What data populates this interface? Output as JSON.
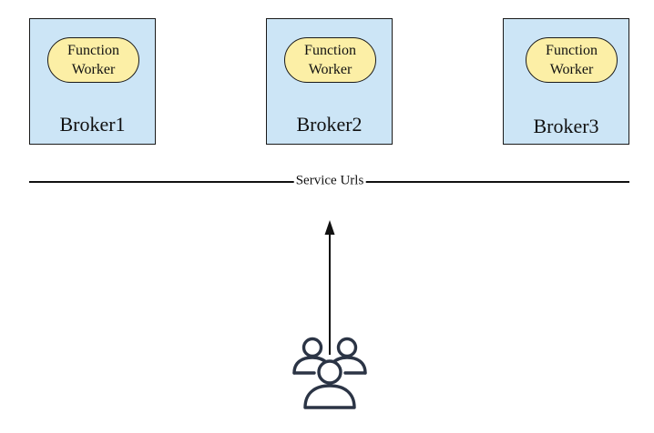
{
  "brokers": [
    {
      "name": "Broker1",
      "worker_line1": "Function",
      "worker_line2": "Worker"
    },
    {
      "name": "Broker2",
      "worker_line1": "Function",
      "worker_line2": "Worker"
    },
    {
      "name": "Broker3",
      "worker_line1": "Function",
      "worker_line2": "Worker"
    }
  ],
  "connection": {
    "label": "Service Urls"
  },
  "colors": {
    "broker_fill": "#cce5f6",
    "worker_fill": "#fcefa6",
    "stroke": "#1a1a1a",
    "users_icon": "#2b3445"
  },
  "icons": {
    "users": "users-group-icon"
  }
}
